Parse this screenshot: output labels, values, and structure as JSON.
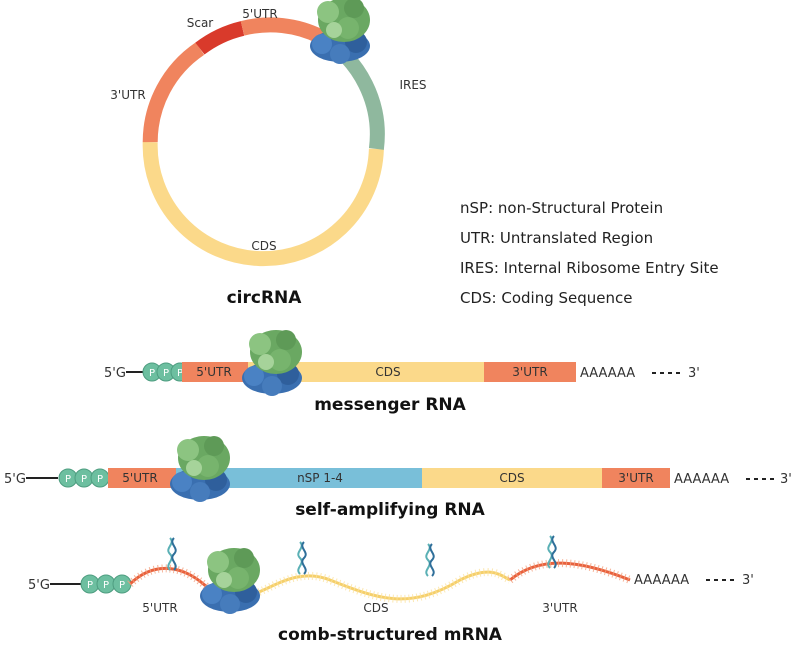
{
  "circ": {
    "title": "circRNA",
    "labels": {
      "scar": "Scar",
      "utr5": "5'UTR",
      "ires": "IRES",
      "utr3": "3'UTR",
      "cds": "CDS"
    }
  },
  "legend": [
    "nSP: non-Structural Protein",
    "UTR: Untranslated Region",
    "IRES: Internal Ribosome Entry Site",
    "CDS: Coding Sequence"
  ],
  "mrna": {
    "title": "messenger RNA",
    "prefix": "5'G",
    "cap": "P",
    "segments": {
      "utr5": "5'UTR",
      "cds": "CDS",
      "utr3": "3'UTR"
    },
    "tail": "AAAAAA",
    "end": "3'"
  },
  "sarna": {
    "title": "self-amplifying RNA",
    "prefix": "5'G",
    "cap": "P",
    "segments": {
      "utr5": "5'UTR",
      "nsp": "nSP 1-4",
      "cds": "CDS",
      "utr3": "3'UTR"
    },
    "tail": "AAAAAA",
    "end": "3'"
  },
  "comb": {
    "title": "comb-structured mRNA",
    "prefix": "5'G",
    "cap": "P",
    "segments": {
      "utr5": "5'UTR",
      "cds": "CDS",
      "utr3": "3'UTR"
    },
    "tail": "AAAAAA",
    "end": "3'"
  },
  "colors": {
    "utr": "#f0845e",
    "scar": "#d93a2b",
    "ires": "#8fb89e",
    "cds": "#fbd98a",
    "nsp": "#79bfd9",
    "cap": "#6dbfa0",
    "ribosome_large": "#6aa862",
    "ribosome_small": "#3a6fb0"
  }
}
